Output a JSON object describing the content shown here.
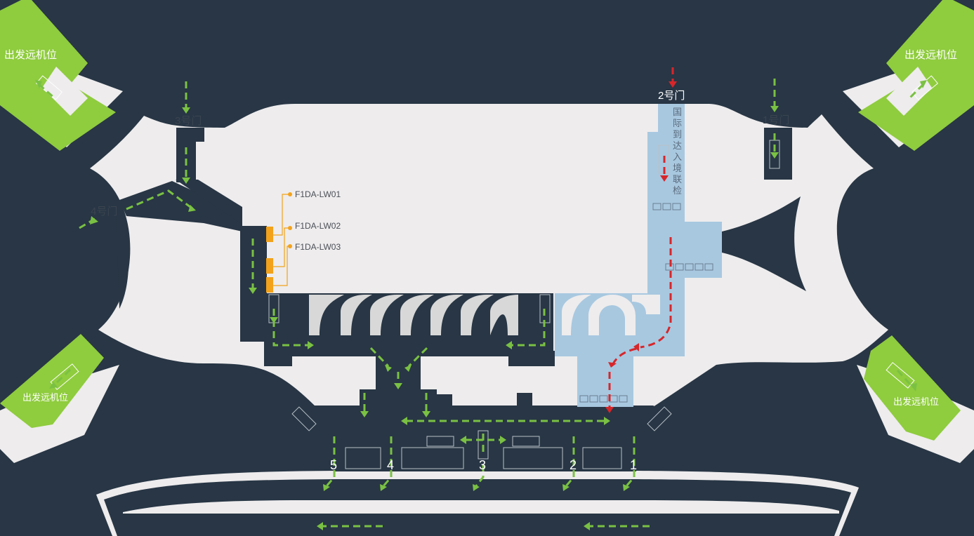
{
  "map": {
    "remote_stands": [
      {
        "id": "nw",
        "label": "出发远机位"
      },
      {
        "id": "ne",
        "label": "出发远机位"
      },
      {
        "id": "sw",
        "label": "出发远机位"
      },
      {
        "id": "se",
        "label": "出发远机位"
      }
    ],
    "gates": [
      {
        "id": "gate-1",
        "label": "1号门"
      },
      {
        "id": "gate-2",
        "label": "2号门"
      },
      {
        "id": "gate-3",
        "label": "3号门"
      },
      {
        "id": "gate-4",
        "label": "4号门"
      }
    ],
    "intl_arrival_check": "国际到达入境联检",
    "points": [
      {
        "id": "lw01",
        "label": "F1DA-LW01"
      },
      {
        "id": "lw02",
        "label": "F1DA-LW02"
      },
      {
        "id": "lw03",
        "label": "F1DA-LW03"
      }
    ],
    "exits": [
      "5",
      "4",
      "3",
      "2",
      "1"
    ],
    "colors": {
      "background": "#283645",
      "floor": "#eeeced",
      "remote_stand": "#8fcc3e",
      "international": "#a8c8e0",
      "departure_flow": "#7ac143",
      "arrival_flow": "#d7262a",
      "point_marker": "#f2a21b"
    }
  }
}
